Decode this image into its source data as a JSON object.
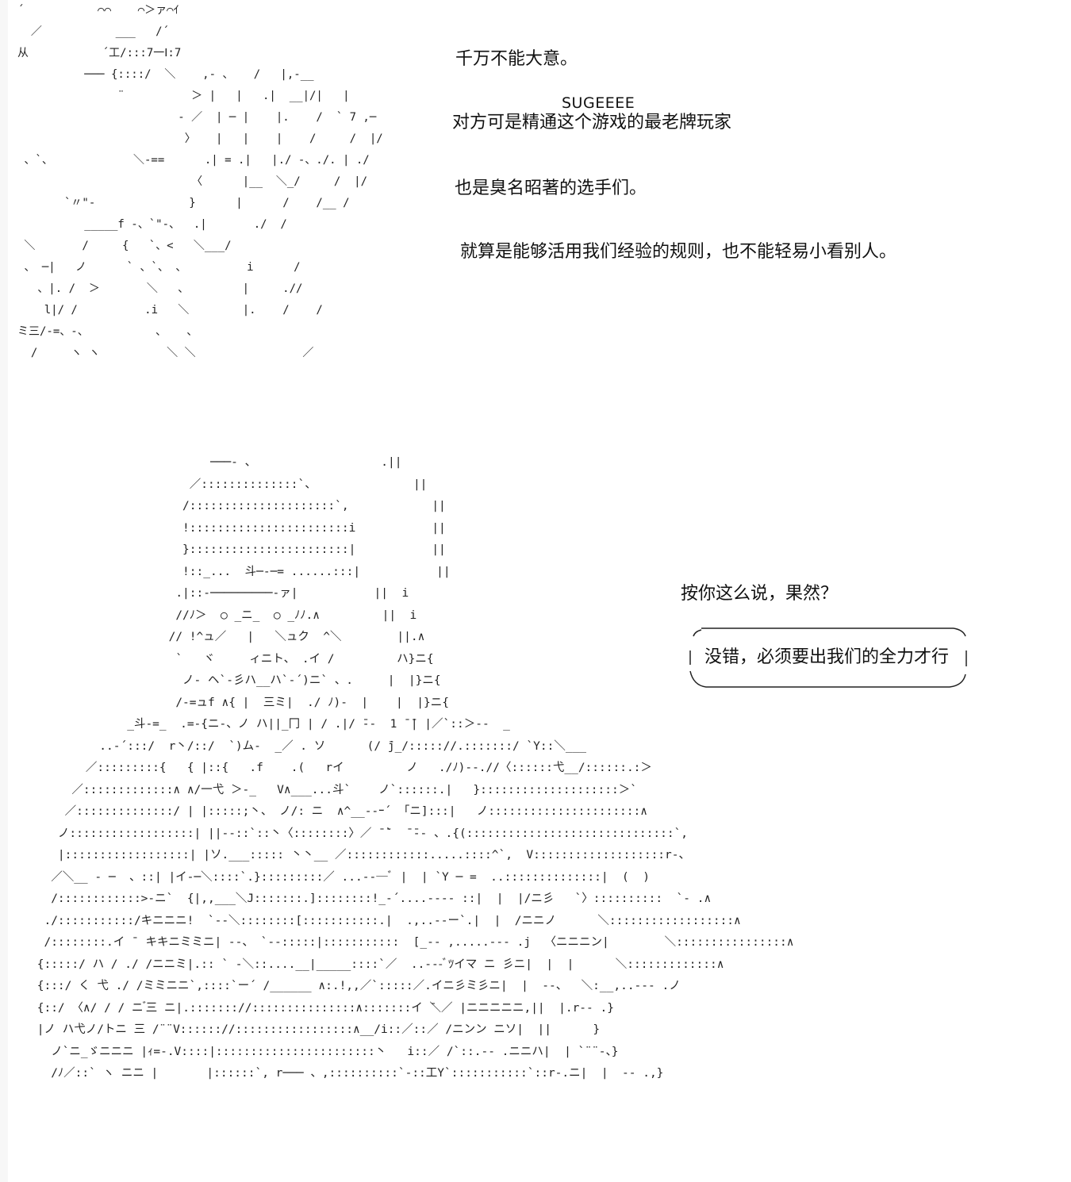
{
  "dialogue": {
    "line_1": "千万不能大意。",
    "sfx": "SUGEEEE",
    "line_2": "对方可是精通这个游戏的最老牌玩家",
    "line_3": "也是臭名昭著的选手们。",
    "line_4": "就算是能够活用我们经验的规则，也不能轻易小看别人。",
    "line_5": "按你这么说，果然？",
    "bubble_text": "没错，必须要出我们的全力才行"
  },
  "art": {
    "top_left": "´           ⌒⌒    ⌒＞ァ⌒ｲ\n  ／           ___   /´\n从           ´工/:::7一Ⅰ:7\n          ─── {::::/  ＼    ,- 、   /   |,-__\n               ¨          ＞ |   |   .|  __|/|   |\n                        - ／  | ─ |    |.    /  ` 7 ,─\n                         〉   |   |    |    /     /  |/\n 、`、            ＼-==      .| = .|   |./ -、./. | ./\n                          〈      |__  ＼_/     /  |/\n       `〃\"-              }      |      /    /__ /\n          _____f -、`\"-、  .|       ./  /\n ＼       /     {   `、<   ＼___/\n 、 ─|   ノ      ` 、`、 、         i      /\n   、|. /  ＞       ＼   、        |     .//\n    l|/ /          .i   ＼        |.    /    /\nミ三/-=、-、          、   、\n  /     ヽ ヽ          ＼ ＼                ／",
    "soldier": "                          ───- 、                  .||\n                       ／::::::::::::::`、              ||\n                      /:::::::::::::::::::::`,            ||\n                      !:::::::::::::::::::::::i           ||\n                      }:::::::::::::::::::::::|           ||\n                      !::_...  斗─-─= ......:::|           ||\n                     .|::-─────────-ァ|           ||  i\n                     //ﾉ＞  ○ _ニ_  ○ _ﾉﾉ.∧         ||  i\n                    // !^ュ／   |   ＼ュク  ^＼        ||.∧\n                     `   ヾ     ィニト、 .イ /         ハ}ニ{\n                      ノ- ヘ`-彡ハ__ハ`-´)ニ` 、.     |  |}ニ{\n                     /-=ュf ∧{ |  三ミ|  ./ ﾉ)-  |    |  |}ニ{\n              _斗-=_  .=-{ニ-、ノ ハ||_冂 | / .|/ ̄--  1 ̄ ̄| |／`::＞--  _\n          ..-´:::/  r丶/::/  `)ム-  _／ . ソ      (/ ̄j_/::::://.:::::::/ `Y::＼___\n        ／:::::::::{   { |::{   .f    .(   rイ         ノ   ./ﾉ)--.//〈::::::弋__/::::::.:＞\n      ／:::::::::::::∧ ∧/一弋 ＞-_   V∧___...斗`    ノ`::::::.|   }::::::::::::::::::::＞`\n     ／::::::::::::::/ | |:::::;丶、 ノ/: ニ  ∧^__--ｰ´ 「ニ]:::|   ノ::::::::::::::::::::::∧\n    ノ::::::::::::::::::| ||--::`::丶〈::::::::〉／ ̄ ̄`  ̄ ̄-- 、.{(::::::::::::::::::::::::::::::`,\n    |::::::::::::::::::| |ソ.___::::: 丶丶__ ／::::::::::::.....::::^`,  V:::::::::::::::::::r-、\n   ／＼__ - ─  、::| |イ-─＼::::`.}:::::::::／ ...--─ﾞ |  | `Y ─ =  ..::::::::::::::|  (  )\n   /::::::::::::>-ニ`  {|,,___＼J:::::::.]::::::::!_-´....---- ::|  |  |/ニ彡   `〉::::::::::  `- .∧\n  ./:::::::::::/キニニニ!  `--＼::::::::[:::::::::::.|  .,..--ー`.|  |  /ニニノ      ＼::::::::::::::::::∧\n  /::::::::.イ ̄  キキニミミニ| --、 `--:::::|:::::::::::  [_-- ,.....--- .j  〈ニニニン|        ＼::::::::::::::::∧\n {:::::/ ハ / ./ /ニニミ|.:: ` -＼::....__|_____::::`／  ..---ﾞﾂイマ ニ 彡ニ|  |  |      ＼:::::::::::::∧\n {:::/ く 弋 ./ /ミミニニ`,::::`ー´ /______ ∧:.!,,／`:::::／.イニ彡ミ彡ニ|  |  --、  ＼:__,..--- .ノ\n {::/ 〈∧/ / / ニ ゙三 ニ|.::::::://:::::::::::::::∧:::::::イ ̄＼／ |ニニニニニ,||  |.r-- .}\n |ノ ハ弋ノ/トニ 三 /¨¨V:::::://:::::::::::::::::∧__/i::／::／ /ニンン ニソ|  ||      }\n   ノ`ニ_ゞニニニ |ｨ=-.V::::|:::::::::::::::::::::::丶   i::／ /`::.-- .ニニハ|  | `¨¨-、}\n   /ﾉ／::` ヽ ニニ |       |::::::`, r─── 、,::::::::::`-::工Y`:::::::::::`::r-.ニ|  |  -- .,}"
  }
}
